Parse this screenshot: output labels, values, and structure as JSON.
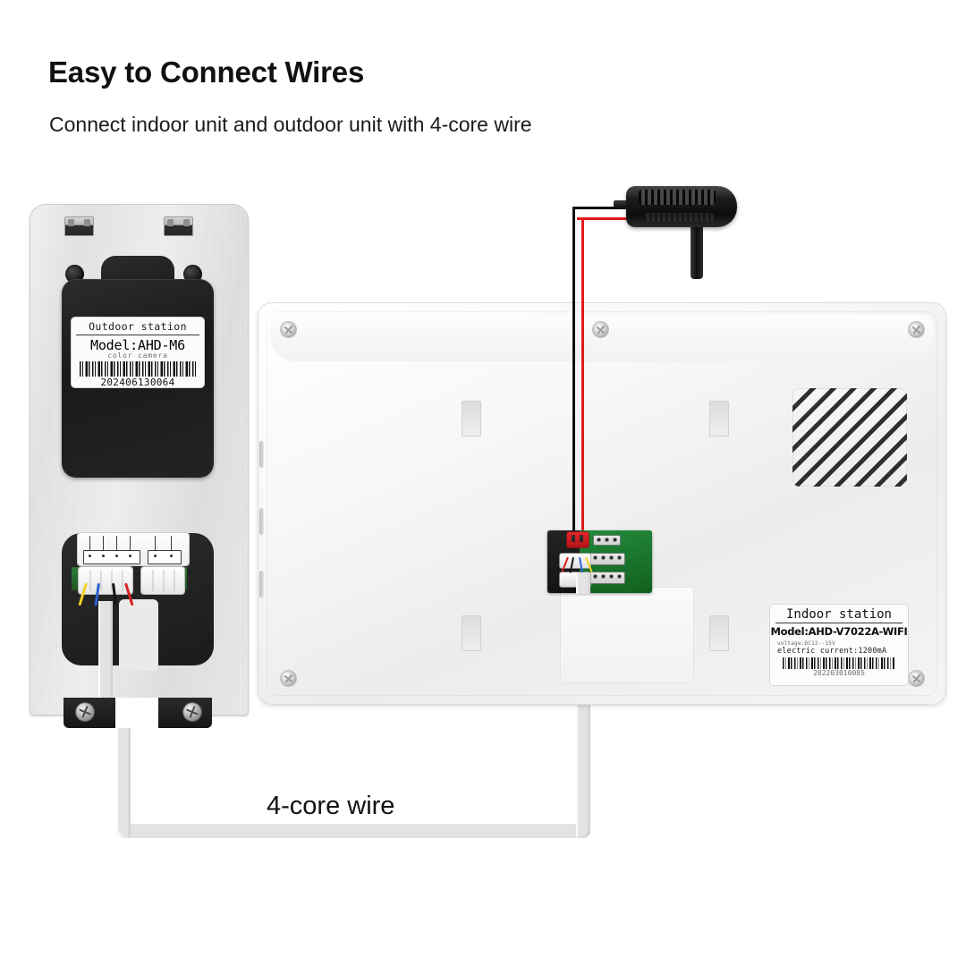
{
  "page": {
    "title": "Easy to Connect Wires",
    "subtitle": "Connect indoor unit and outdoor unit with 4-core wire",
    "background_color": "#ffffff"
  },
  "annotations": {
    "wire_caption": "4-core wire"
  },
  "outdoor_station": {
    "label": {
      "heading": "Outdoor station",
      "model": "Model:AHD-M6",
      "subtitle": "color camera",
      "barcode_number": "202406130064"
    },
    "icons": {
      "mount_clip": "mount-clip-icon",
      "mount_hole": "mount-hole-icon",
      "screw": "phillips-screw-icon"
    },
    "connector": {
      "terminal_4pin": "4-pin-terminal",
      "terminal_2pin": "2-pin-terminal",
      "wire_colors": [
        "#f2d024",
        "#2b5fd0",
        "#141414",
        "#d82020"
      ]
    },
    "colors": {
      "plate": "#e8e8e8",
      "body": "#202020"
    }
  },
  "indoor_station": {
    "label": {
      "heading": "Indoor station",
      "model": "Model:AHD-V7022A-WIFI",
      "voltage": "voltage:DC12--15V",
      "current": "electric current:1200mA",
      "barcode_number": "202203010085"
    },
    "icons": {
      "speaker_grille": "speaker-grille-icon",
      "screw": "screw-icon",
      "mount_slot": "wall-mount-slot-icon",
      "edge_notch": "side-button-notch-icon"
    },
    "pcb": {
      "name": "connector-pcb",
      "power_connector_color": "#cf1b1f",
      "board_color": "#1a7a2e",
      "wire_colors": [
        "#d82020",
        "#141414",
        "#2b5fd0",
        "#f2d024"
      ]
    },
    "colors": {
      "shell": "#f6f6f6"
    }
  },
  "power_adapter": {
    "name": "dc-power-adapter",
    "leads": {
      "negative_color": "#111111",
      "positive_color": "#e01b1b"
    }
  },
  "cable": {
    "name": "4-core-cable",
    "sheath_color": "#e3e3e3"
  }
}
